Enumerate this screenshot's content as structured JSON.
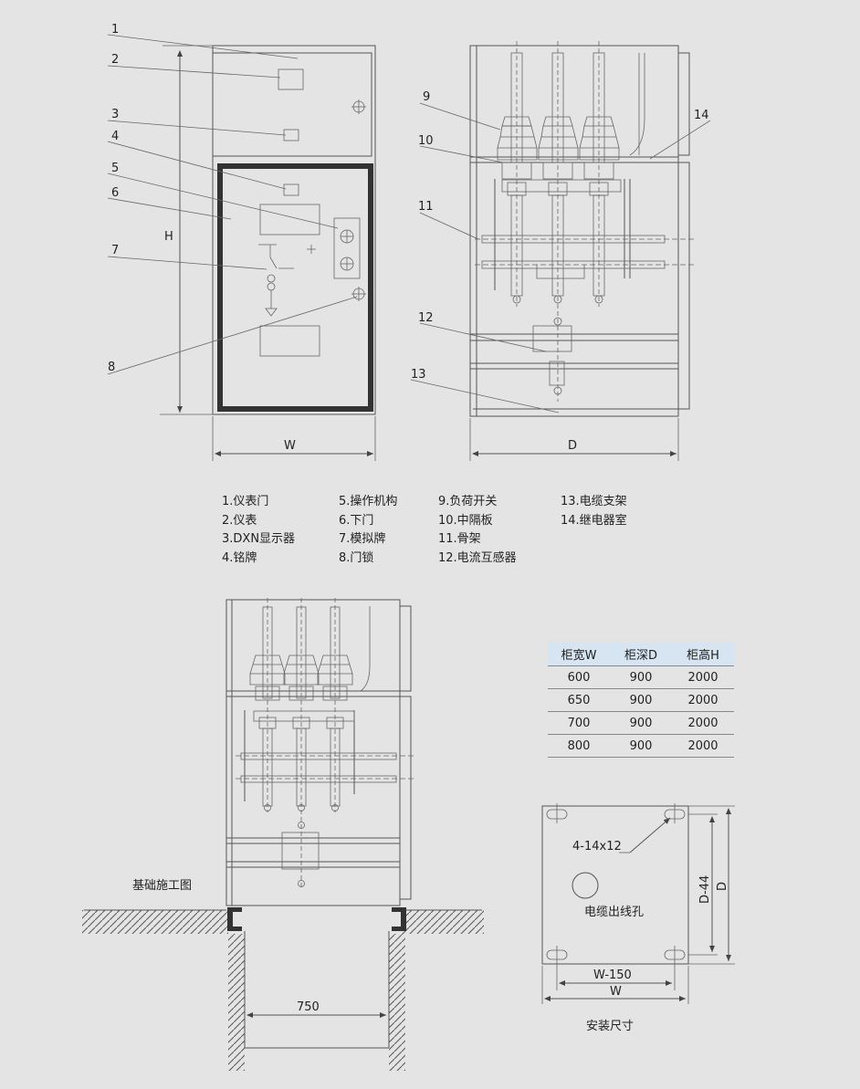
{
  "labels": {
    "front_numbers": [
      "1",
      "2",
      "3",
      "4",
      "5",
      "6",
      "7",
      "8"
    ],
    "side_numbers": [
      "9",
      "10",
      "11",
      "12",
      "13",
      "14"
    ],
    "H": "H",
    "W": "W",
    "D": "D"
  },
  "legend": {
    "col1": [
      "1.仪表门",
      "2.仪表",
      "3.DXN显示器",
      "4.铭牌"
    ],
    "col2": [
      "5.操作机构",
      "6.下门",
      "7.模拟牌",
      "8.门锁"
    ],
    "col3": [
      "9.负荷开关",
      "10.中隔板",
      "11.骨架",
      "12.电流互感器"
    ],
    "col4": [
      "13.电缆支架",
      "14.继电器室"
    ]
  },
  "foundation": {
    "title": "基础施工图",
    "width_label": "750"
  },
  "dimension_table": {
    "headers": [
      "柜宽W",
      "柜深D",
      "柜高H"
    ],
    "rows": [
      [
        "600",
        "900",
        "2000"
      ],
      [
        "650",
        "900",
        "2000"
      ],
      [
        "700",
        "900",
        "2000"
      ],
      [
        "800",
        "900",
        "2000"
      ]
    ]
  },
  "install": {
    "hole_label": "4-14x12",
    "center_label": "电缆出线孔",
    "w150": "W-150",
    "w": "W",
    "d44": "D-44",
    "d": "D",
    "caption": "安装尺寸"
  }
}
